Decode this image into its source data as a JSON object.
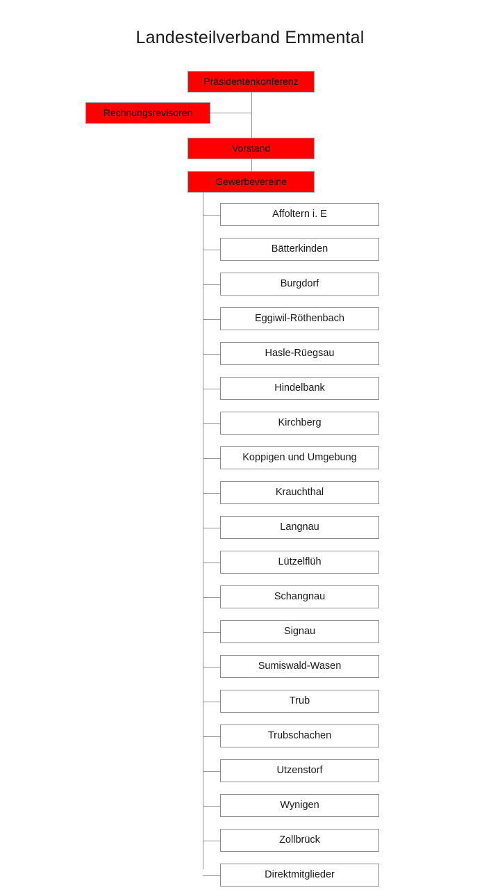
{
  "diagram": {
    "title": "Landesteilverband Emmental",
    "colors": {
      "node_fill_primary": "#ff0000",
      "node_fill_secondary": "#ffffff",
      "node_border": "#8c8c8c",
      "connector": "#949494",
      "text": "#1a1a1a"
    },
    "top_nodes": [
      {
        "id": "praesidentenkonferenz",
        "label": "Präsidentenkonferenz"
      },
      {
        "id": "rechnungsrevisoren",
        "label": "Rechnungsrevisoren"
      },
      {
        "id": "vorstand",
        "label": "Vorstand"
      },
      {
        "id": "gewerbevereine",
        "label": "Gewerbevereine"
      }
    ],
    "members": [
      {
        "label": "Affoltern i. E"
      },
      {
        "label": "Bätterkinden"
      },
      {
        "label": "Burgdorf"
      },
      {
        "label": "Eggiwil-Röthenbach"
      },
      {
        "label": "Hasle-Rüegsau"
      },
      {
        "label": "Hindelbank"
      },
      {
        "label": "Kirchberg"
      },
      {
        "label": "Koppigen und Umgebung"
      },
      {
        "label": "Krauchthal"
      },
      {
        "label": "Langnau"
      },
      {
        "label": "Lützelflüh"
      },
      {
        "label": "Schangnau"
      },
      {
        "label": "Signau"
      },
      {
        "label": "Sumiswald-Wasen"
      },
      {
        "label": "Trub"
      },
      {
        "label": "Trubschachen"
      },
      {
        "label": "Utzenstorf"
      },
      {
        "label": "Wynigen"
      },
      {
        "label": "Zollbrück"
      },
      {
        "label": "Direktmitglieder"
      }
    ]
  }
}
